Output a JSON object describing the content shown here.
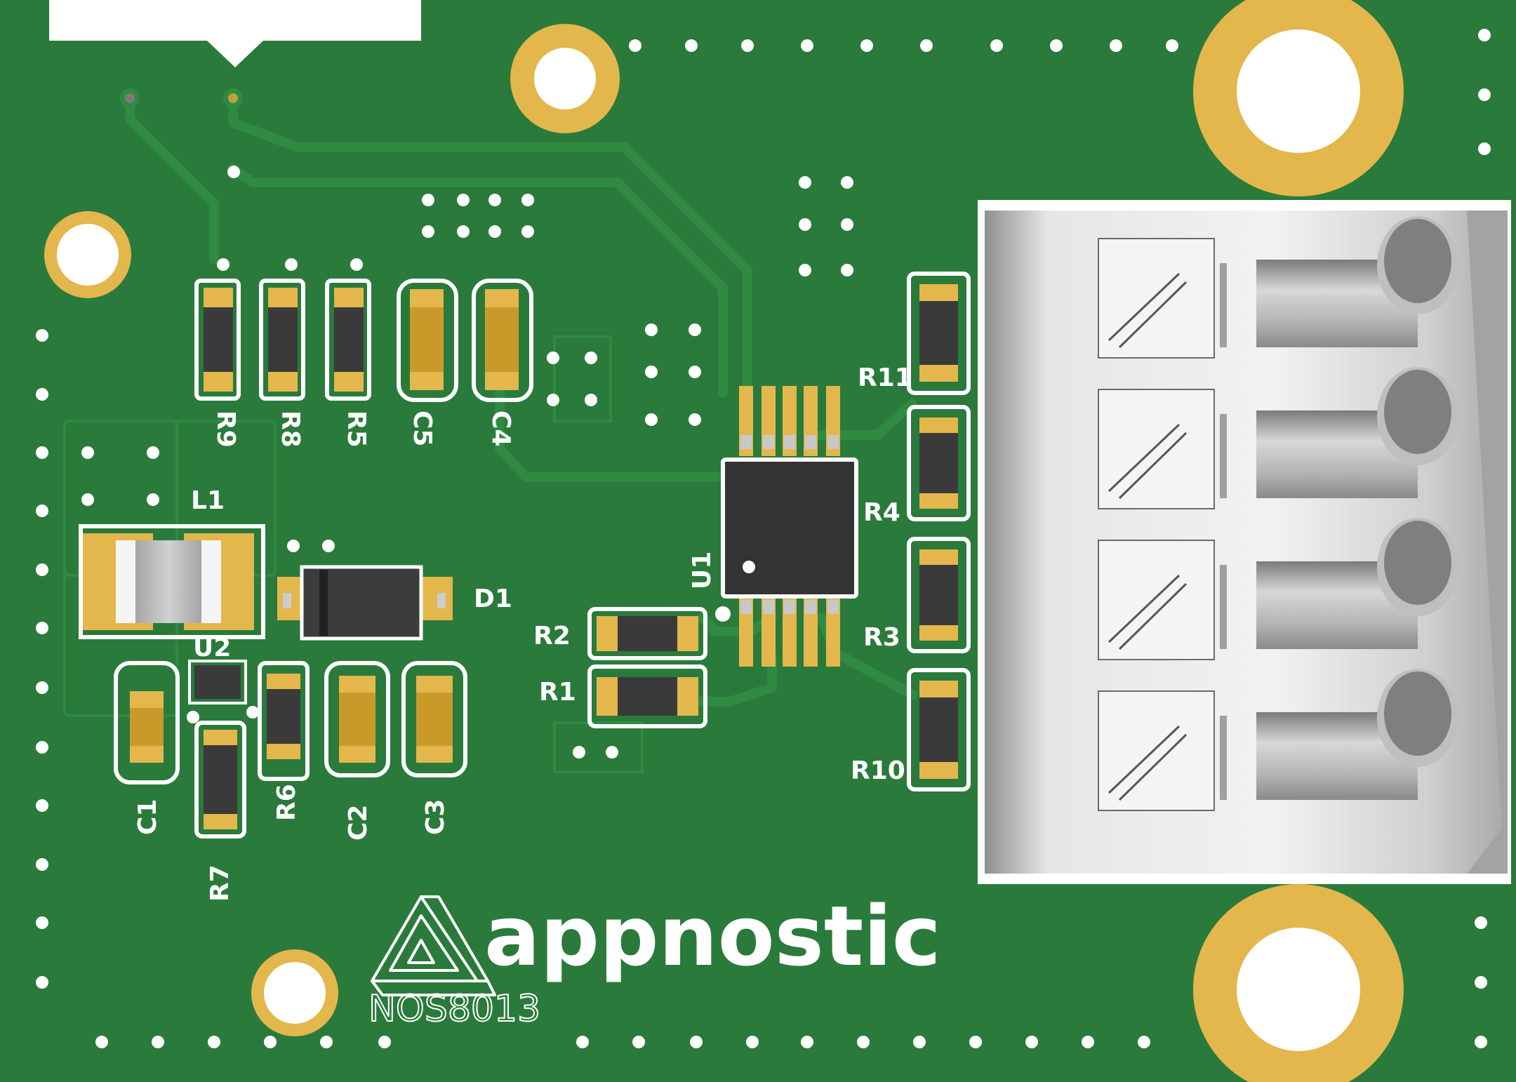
{
  "colors": {
    "board": "#2a7a3b",
    "copper": "#2f8a42",
    "gold": "#e3b74c",
    "silk": "#ffffff",
    "ic": "#333333",
    "connector": "#d9d9d9"
  },
  "labels": {
    "R9": "R9",
    "R8": "R8",
    "R5": "R5",
    "C5": "C5",
    "C4": "C4",
    "L1": "L1",
    "D1": "D1",
    "U2": "U2",
    "U1": "U1",
    "R2": "R2",
    "R1": "R1",
    "R11": "R11",
    "R4": "R4",
    "R3": "R3",
    "R10": "R10",
    "C1": "C1",
    "R7": "R7",
    "R6": "R6",
    "C2": "C2",
    "C3": "C3"
  },
  "branding": {
    "logo_text": "appnostic",
    "part_number": "NOS8013"
  },
  "icons": {
    "logo": "penrose-triangle-icon"
  }
}
